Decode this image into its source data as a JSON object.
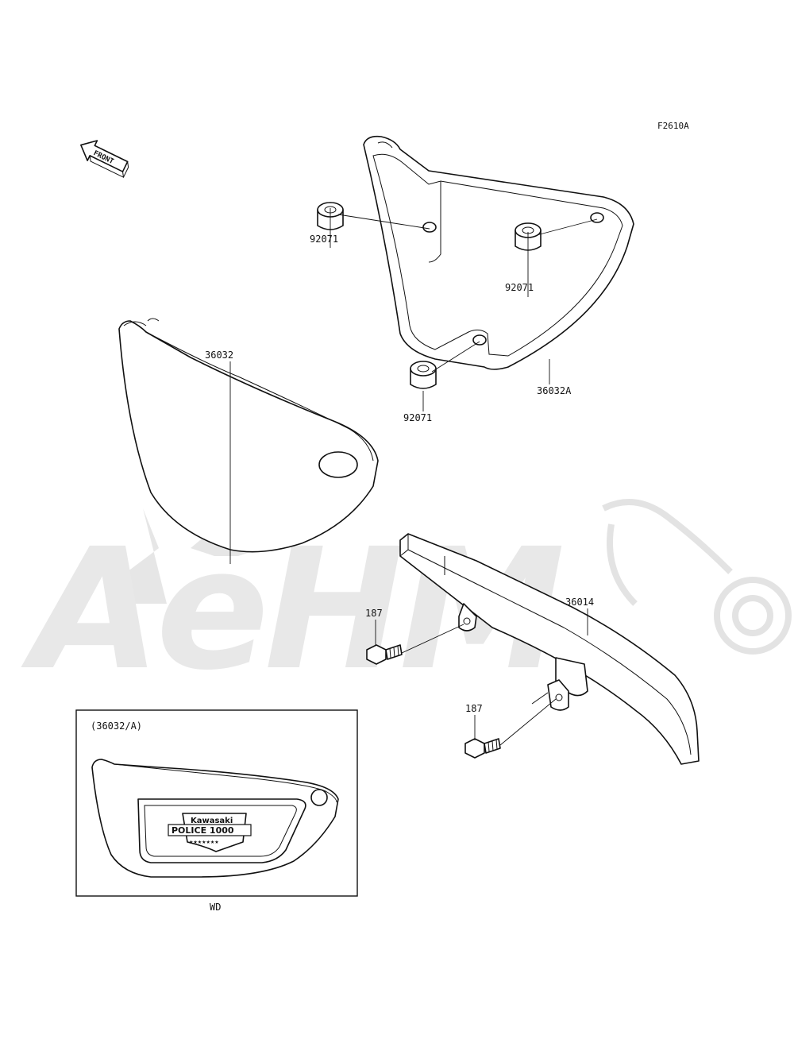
{
  "figure_code": "F2610A",
  "direction_label": "FRONT",
  "watermark_text": "AeHM",
  "parts": [
    {
      "label": "92071"
    },
    {
      "label": "92071"
    },
    {
      "label": "92071"
    },
    {
      "label": "36032"
    },
    {
      "label": "36032A"
    },
    {
      "label": "36014"
    },
    {
      "label": "187"
    },
    {
      "label": "187"
    }
  ],
  "inset": {
    "caption": "(36032/A)",
    "model_label": "WD",
    "emblem": {
      "brand": "Kawasaki",
      "model": "POLICE 1000",
      "stars": "★★★★★★★"
    }
  }
}
